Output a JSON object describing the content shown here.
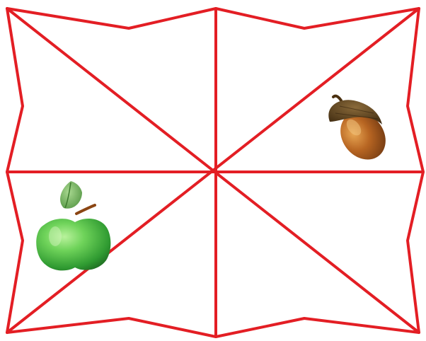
{
  "figure": {
    "line_color": "#e31e24",
    "background": "#ffffff",
    "segments": 8
  },
  "items": [
    {
      "name": "acorn",
      "colors": {
        "cap": "#5a3a12",
        "nut": "#a0581e",
        "nut_light": "#d48a3a"
      }
    },
    {
      "name": "green-apple",
      "colors": {
        "body": "#3bb43c",
        "body_light": "#8fe07a",
        "leaf": "#5aa84a",
        "stem": "#8b4513"
      }
    }
  ]
}
